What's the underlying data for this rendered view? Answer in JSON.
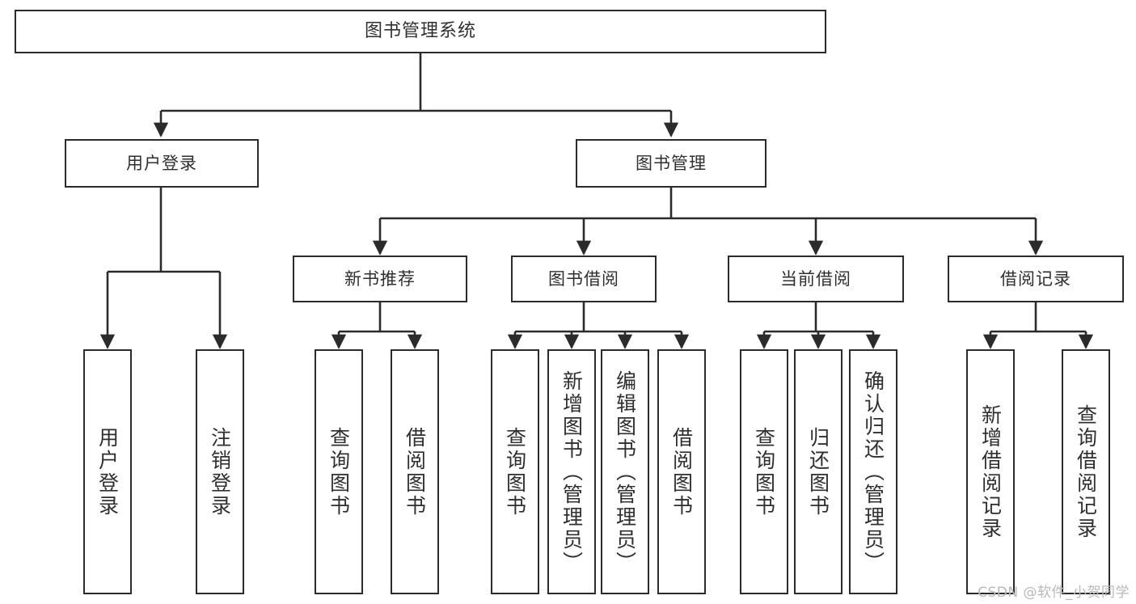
{
  "diagram": {
    "title": "图书管理系统",
    "type": "tree",
    "colors": {
      "stroke": "#2b2b2b",
      "fill": "#ffffff",
      "text": "#2f2f2f",
      "watermark": "#b9b9b9"
    },
    "root": {
      "label": "图书管理系统"
    },
    "level1": [
      {
        "label": "用户登录"
      },
      {
        "label": "图书管理"
      }
    ],
    "level2": [
      {
        "label": "新书推荐"
      },
      {
        "label": "图书借阅"
      },
      {
        "label": "当前借阅"
      },
      {
        "label": "借阅记录"
      }
    ],
    "leaves": {
      "user_login": [
        {
          "label": "用户登录"
        },
        {
          "label": "注销登录"
        }
      ],
      "new_book_recommend": [
        {
          "label": "查询图书"
        },
        {
          "label": "借阅图书"
        }
      ],
      "book_borrow": [
        {
          "label": "查询图书"
        },
        {
          "label": "新增图书（管理员）"
        },
        {
          "label": "编辑图书（管理员）"
        },
        {
          "label": "借阅图书"
        }
      ],
      "current_borrow": [
        {
          "label": "查询图书"
        },
        {
          "label": "归还图书"
        },
        {
          "label": "确认归还（管理员）"
        }
      ],
      "borrow_record": [
        {
          "label": "新增借阅记录"
        },
        {
          "label": "查询借阅记录"
        }
      ]
    }
  },
  "watermark": {
    "text": "CSDN @软件_小贺同学"
  }
}
